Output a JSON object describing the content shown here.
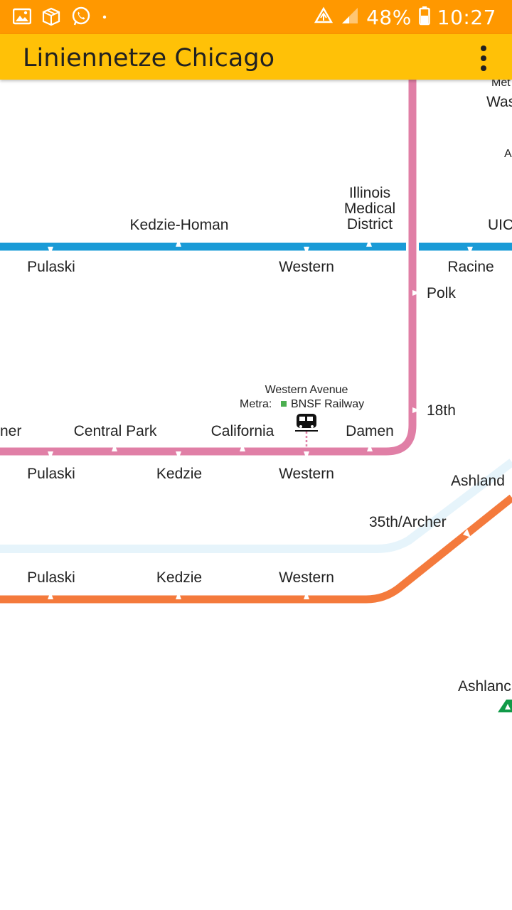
{
  "status_bar": {
    "battery": "48%",
    "time": "10:27",
    "left_icons": [
      "gallery-icon",
      "package-icon",
      "whatsapp-icon",
      "dot-icon"
    ],
    "right_icons": [
      "data-saver-icon",
      "signal-icon",
      "battery-icon"
    ]
  },
  "app_bar": {
    "title": "Liniennetze Chicago",
    "menu_icon": "more-vert-icon",
    "color": "#FFC107"
  },
  "map": {
    "colors": {
      "blue_line": "#1A9BD7",
      "pink_line": "#E07FA6",
      "orange_line": "#F47A3C",
      "green_line": "#119A48",
      "light_blue_line": "#E6F4FB"
    },
    "labels": {
      "blue_pulaski": "Pulaski",
      "kedzie_homan": "Kedzie-Homan",
      "blue_western": "Western",
      "illinois_medical_district": [
        "Illinois",
        "Medical",
        "District"
      ],
      "racine": "Racine",
      "uic": "UIC",
      "metra_top": "Met",
      "was": "Was",
      "a_small": "A",
      "polk": "Polk",
      "eighteenth": "18th",
      "metra_station_name": "Western Avenue",
      "metra_line_prefix": "Metra:",
      "metra_line_name": "BNSF Railway",
      "pink_cut": "ner",
      "central_park": "Central Park",
      "california": "California",
      "damen": "Damen",
      "pink_pulaski": "Pulaski",
      "pink_kedzie": "Kedzie",
      "pink_western": "Western",
      "ashland_pink": "Ashland",
      "archer": "35th/Archer",
      "orange_pulaski": "Pulaski",
      "orange_kedzie": "Kedzie",
      "orange_western": "Western",
      "ashland_green": "Ashlanc"
    }
  }
}
